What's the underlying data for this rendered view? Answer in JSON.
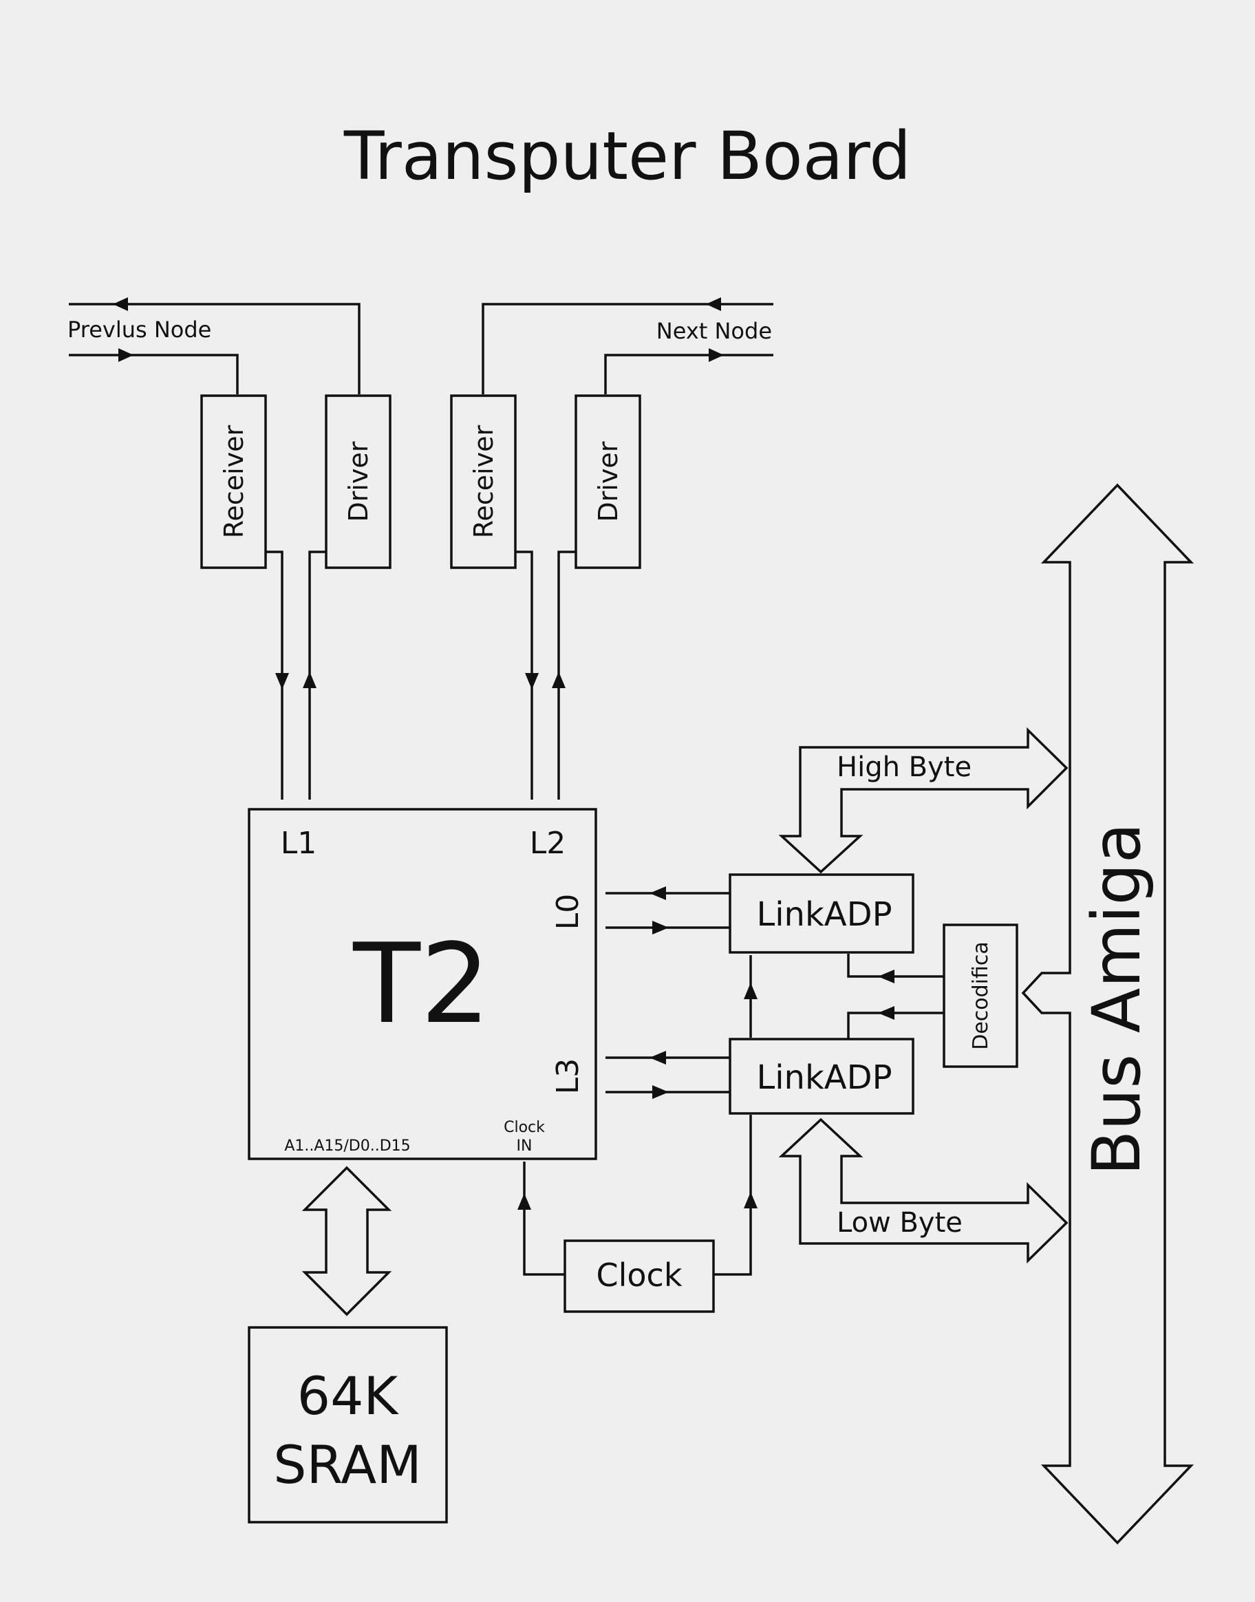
{
  "title": "Transputer Board",
  "nodes": {
    "previous": "Prevlus Node",
    "next": "Next Node"
  },
  "blocks": {
    "receiver_left": "Receiver",
    "driver_left": "Driver",
    "receiver_right": "Receiver",
    "driver_right": "Driver",
    "cpu": "T2",
    "link_adp_top": "LinkADP",
    "link_adp_bottom": "LinkADP",
    "decoder": "Decodifica",
    "clock": "Clock",
    "sram_line1": "64K",
    "sram_line2": "SRAM"
  },
  "ports": {
    "l1": "L1",
    "l2": "L2",
    "l0": "L0",
    "l3": "L3",
    "address_data": "A1..A15/D0..D15",
    "clock_in_line1": "Clock",
    "clock_in_line2": "IN"
  },
  "buses": {
    "amiga": "Bus Amiga",
    "high_byte": "High Byte",
    "low_byte": "Low Byte"
  }
}
